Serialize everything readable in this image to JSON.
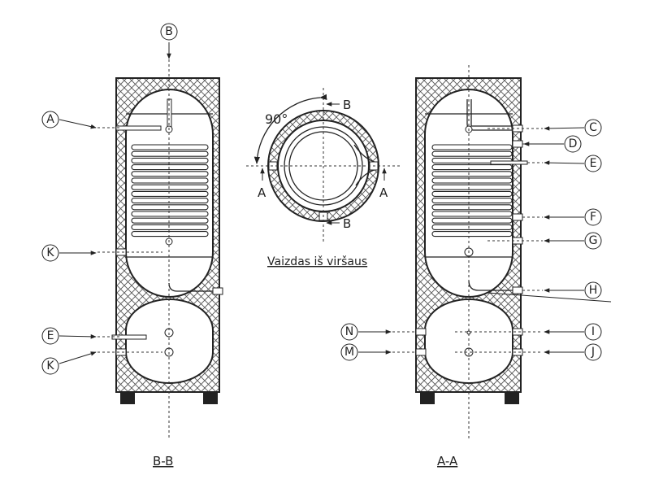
{
  "section_bb": {
    "title": "B-B",
    "labels": {
      "top": "B",
      "a": "A",
      "k_upper": "K",
      "e": "E",
      "k_lower": "K"
    }
  },
  "section_aa": {
    "title": "A-A",
    "labels": {
      "c": "C",
      "d": "D",
      "e": "E",
      "f": "F",
      "g": "G",
      "h": "H",
      "i": "I",
      "j": "J",
      "n": "N",
      "m": "M"
    }
  },
  "top_view": {
    "caption": "Vaizdas iš viršaus",
    "angle": "90°",
    "section_marks": {
      "b_top": "B",
      "b_bottom": "B",
      "a_left": "A",
      "a_right": "A"
    }
  }
}
